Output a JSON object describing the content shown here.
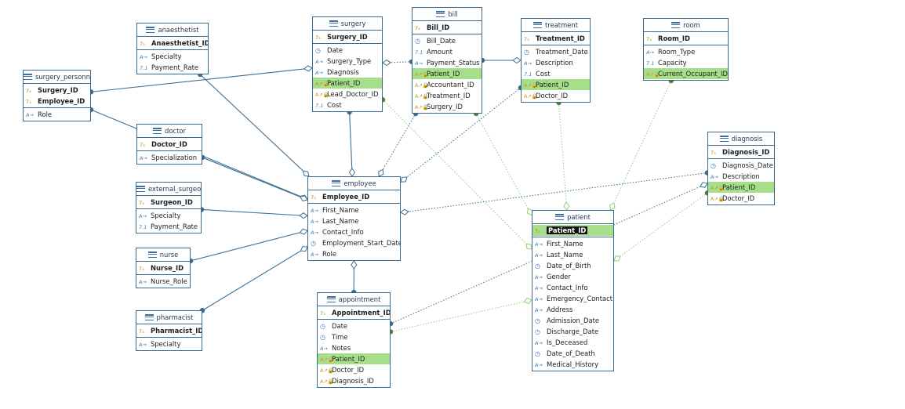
{
  "entities": [
    {
      "id": "anaesthetist",
      "title": "anaesthetist",
      "attrs": [
        {
          "name": "Anaesthetist_ID",
          "type": "key",
          "pk": true
        },
        {
          "name": "Specialty",
          "type": "text"
        },
        {
          "name": "Payment_Rate",
          "type": "num"
        }
      ]
    },
    {
      "id": "surgery",
      "title": "surgery",
      "attrs": [
        {
          "name": "Surgery_ID",
          "type": "key",
          "pk": true
        },
        {
          "name": "Date",
          "type": "clock"
        },
        {
          "name": "Surgery_Type",
          "type": "text"
        },
        {
          "name": "Diagnosis",
          "type": "text"
        },
        {
          "name": "Patient_ID",
          "type": "fk",
          "hl": true
        },
        {
          "name": "Lead_Doctor_ID",
          "type": "fk"
        },
        {
          "name": "Cost",
          "type": "num"
        }
      ]
    },
    {
      "id": "bill",
      "title": "bill",
      "attrs": [
        {
          "name": "Bill_ID",
          "type": "key",
          "pk": true
        },
        {
          "name": "Bill_Date",
          "type": "clock"
        },
        {
          "name": "Amount",
          "type": "num"
        },
        {
          "name": "Payment_Status",
          "type": "text"
        },
        {
          "name": "Patient_ID",
          "type": "fk",
          "hl": true
        },
        {
          "name": "Accountant_ID",
          "type": "fk"
        },
        {
          "name": "Treatment_ID",
          "type": "fk"
        },
        {
          "name": "Surgery_ID",
          "type": "fk"
        }
      ]
    },
    {
      "id": "treatment",
      "title": "treatment",
      "attrs": [
        {
          "name": "Treatment_ID",
          "type": "key",
          "pk": true
        },
        {
          "name": "Treatment_Date",
          "type": "clock"
        },
        {
          "name": "Description",
          "type": "text"
        },
        {
          "name": "Cost",
          "type": "num"
        },
        {
          "name": "Patient_ID",
          "type": "fk",
          "hl": true
        },
        {
          "name": "Doctor_ID",
          "type": "fk"
        }
      ]
    },
    {
      "id": "room",
      "title": "room",
      "attrs": [
        {
          "name": "Room_ID",
          "type": "key",
          "pk": true
        },
        {
          "name": "Room_Type",
          "type": "text"
        },
        {
          "name": "Capacity",
          "type": "num"
        },
        {
          "name": "Current_Occupant_ID",
          "type": "fk",
          "hl": true
        }
      ]
    },
    {
      "id": "surgery_personnel",
      "title": "surgery_personnel",
      "attrs": [
        {
          "name": "Surgery_ID",
          "type": "key",
          "pk": true
        },
        {
          "name": "Employee_ID",
          "type": "key",
          "pk": true
        },
        {
          "name": "Role",
          "type": "text"
        }
      ]
    },
    {
      "id": "doctor",
      "title": "doctor",
      "attrs": [
        {
          "name": "Doctor_ID",
          "type": "key",
          "pk": true
        },
        {
          "name": "Specialization",
          "type": "text"
        }
      ]
    },
    {
      "id": "external_surgeon",
      "title": "external_surgeon",
      "attrs": [
        {
          "name": "Surgeon_ID",
          "type": "key",
          "pk": true
        },
        {
          "name": "Specialty",
          "type": "text"
        },
        {
          "name": "Payment_Rate",
          "type": "num"
        }
      ]
    },
    {
      "id": "nurse",
      "title": "nurse",
      "attrs": [
        {
          "name": "Nurse_ID",
          "type": "key",
          "pk": true
        },
        {
          "name": "Nurse_Role",
          "type": "text"
        }
      ]
    },
    {
      "id": "pharmacist",
      "title": "pharmacist",
      "attrs": [
        {
          "name": "Pharmacist_ID",
          "type": "key",
          "pk": true
        },
        {
          "name": "Specialty",
          "type": "text"
        }
      ]
    },
    {
      "id": "employee",
      "title": "employee",
      "attrs": [
        {
          "name": "Employee_ID",
          "type": "key",
          "pk": true
        },
        {
          "name": "First_Name",
          "type": "text"
        },
        {
          "name": "Last_Name",
          "type": "text"
        },
        {
          "name": "Contact_Info",
          "type": "text"
        },
        {
          "name": "Employment_Start_Date",
          "type": "clock"
        },
        {
          "name": "Role",
          "type": "text"
        }
      ]
    },
    {
      "id": "appointment",
      "title": "appointment",
      "attrs": [
        {
          "name": "Appointment_ID",
          "type": "key",
          "pk": true
        },
        {
          "name": "Date",
          "type": "clock"
        },
        {
          "name": "Time",
          "type": "clock"
        },
        {
          "name": "Notes",
          "type": "text"
        },
        {
          "name": "Patient_ID",
          "type": "fk",
          "hl": true
        },
        {
          "name": "Doctor_ID",
          "type": "fk"
        },
        {
          "name": "Diagnosis_ID",
          "type": "fk"
        }
      ]
    },
    {
      "id": "diagnosis",
      "title": "diagnosis",
      "attrs": [
        {
          "name": "Diagnosis_ID",
          "type": "key",
          "pk": true
        },
        {
          "name": "Diagnosis_Date",
          "type": "clock"
        },
        {
          "name": "Description",
          "type": "text"
        },
        {
          "name": "Patient_ID",
          "type": "fk",
          "hl": true
        },
        {
          "name": "Doctor_ID",
          "type": "fk"
        }
      ]
    },
    {
      "id": "patient",
      "title": "patient",
      "attrs": [
        {
          "name": "Patient_ID",
          "type": "key",
          "pk": true,
          "hl": true,
          "sel": true
        },
        {
          "name": "First_Name",
          "type": "text"
        },
        {
          "name": "Last_Name",
          "type": "text"
        },
        {
          "name": "Date_of_Birth",
          "type": "clock"
        },
        {
          "name": "Gender",
          "type": "text"
        },
        {
          "name": "Contact_Info",
          "type": "text"
        },
        {
          "name": "Emergency_Contact",
          "type": "text"
        },
        {
          "name": "Address",
          "type": "text"
        },
        {
          "name": "Admission_Date",
          "type": "clock"
        },
        {
          "name": "Discharge_Date",
          "type": "clock"
        },
        {
          "name": "Is_Deceased",
          "type": "text"
        },
        {
          "name": "Date_of_Death",
          "type": "clock"
        },
        {
          "name": "Medical_History",
          "type": "text"
        }
      ]
    }
  ],
  "relations": [
    {
      "from": "surgery_personnel",
      "to": "surgery",
      "style": "solid"
    },
    {
      "from": "surgery_personnel",
      "to": "employee",
      "style": "solid"
    },
    {
      "from": "anaesthetist",
      "to": "employee",
      "style": "solid"
    },
    {
      "from": "doctor",
      "to": "employee",
      "style": "solid"
    },
    {
      "from": "external_surgeon",
      "to": "employee",
      "style": "solid"
    },
    {
      "from": "nurse",
      "to": "employee",
      "style": "solid"
    },
    {
      "from": "pharmacist",
      "to": "employee",
      "style": "solid"
    },
    {
      "from": "surgery",
      "to": "employee",
      "style": "solid"
    },
    {
      "from": "appointment",
      "to": "employee",
      "style": "solid"
    },
    {
      "from": "bill",
      "to": "employee",
      "style": "dotted"
    },
    {
      "from": "treatment",
      "to": "employee",
      "style": "dotted"
    },
    {
      "from": "diagnosis",
      "to": "employee",
      "style": "dotted"
    },
    {
      "from": "bill",
      "to": "surgery",
      "style": "dotted"
    },
    {
      "from": "bill",
      "to": "treatment",
      "style": "solid"
    },
    {
      "from": "appointment",
      "to": "diagnosis",
      "style": "dotted"
    },
    {
      "from": "surgery",
      "to": "patient",
      "style": "green"
    },
    {
      "from": "bill",
      "to": "patient",
      "style": "green"
    },
    {
      "from": "treatment",
      "to": "patient",
      "style": "green"
    },
    {
      "from": "room",
      "to": "patient",
      "style": "green"
    },
    {
      "from": "diagnosis",
      "to": "patient",
      "style": "green"
    },
    {
      "from": "appointment",
      "to": "patient",
      "style": "green"
    }
  ],
  "colors": {
    "border": "#3d6a8a",
    "header_text": "#1f3552",
    "fk_highlight": "#a6de8a",
    "link_blue": "#3b6f95",
    "link_green": "#8fd17a"
  }
}
